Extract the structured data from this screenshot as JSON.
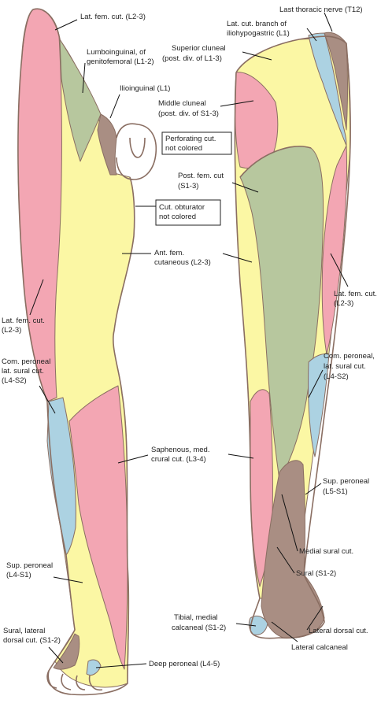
{
  "colors": {
    "l2_3_lat_fem": "#f3a6b3",
    "l1_2_genitofemoral": "#b7c79e",
    "l1_ilioinguinal": "#a98e83",
    "l2_3_ant_fem": "#fbf7a4",
    "l4_s2_peroneal": "#acd2e2",
    "outline": "#8a6e62"
  },
  "labels": {
    "front_lat_fem_top": "Lat. fem. cut. (L2-3)",
    "lumboinguinal_1": "Lumboinguinal, of",
    "lumboinguinal_2": "genitofemoral (L1-2)",
    "ilioinguinal": "Ilioinguinal (L1)",
    "perforating_1": "Perforating cut.",
    "perforating_2": "not colored",
    "cut_obturator_1": "Cut. obturator",
    "cut_obturator_2": "not colored",
    "ant_fem_1": "Ant. fem.",
    "ant_fem_2": "cutaneous (L2-3)",
    "front_lat_fem_1": "Lat. fem. cut.",
    "front_lat_fem_2": "(L2-3)",
    "front_com_peroneal_1": "Com. peroneal",
    "front_com_peroneal_2": "lat. sural cut.",
    "front_com_peroneal_3": "(L4-S2)",
    "saphenous_1": "Saphenous, med.",
    "saphenous_2": "crural cut. (L3-4)",
    "front_sup_peroneal_1": "Sup. peroneal",
    "front_sup_peroneal_2": "(L4-S1)",
    "sural_lat_dorsal_1": "Sural, lateral",
    "sural_lat_dorsal_2": "dorsal cut. (S1-2)",
    "deep_peroneal": "Deep peroneal (L4-5)",
    "last_thoracic": "Last thoracic nerve (T12)",
    "lat_cut_branch_1": "Lat. cut. branch of",
    "lat_cut_branch_2": "iliohypogastric (L1)",
    "sup_cluneal_1": "Superior cluneal",
    "sup_cluneal_2": "(post. div. of L1-3)",
    "mid_cluneal_1": "Middle cluneal",
    "mid_cluneal_2": "(post. div. of S1-3)",
    "post_fem_1": "Post. fem. cut",
    "post_fem_2": "(S1-3)",
    "back_lat_fem_1": "Lat. fem. cut.",
    "back_lat_fem_2": "(L2-3)",
    "back_com_peroneal_1": "Com. peroneal,",
    "back_com_peroneal_2": "lat. sural cut.",
    "back_com_peroneal_3": "(L4-S2)",
    "back_sup_peroneal_1": "Sup. peroneal",
    "back_sup_peroneal_2": "(L5-S1)",
    "medial_sural": "Medial sural cut.",
    "sural": "Sural (S1-2)",
    "tibial_medial_1": "Tibial, medial",
    "tibial_medial_2": "calcaneal (S1-2)",
    "lateral_dorsal": "Lateral dorsal cut.",
    "lateral_calcaneal": "Lateral calcaneal"
  }
}
